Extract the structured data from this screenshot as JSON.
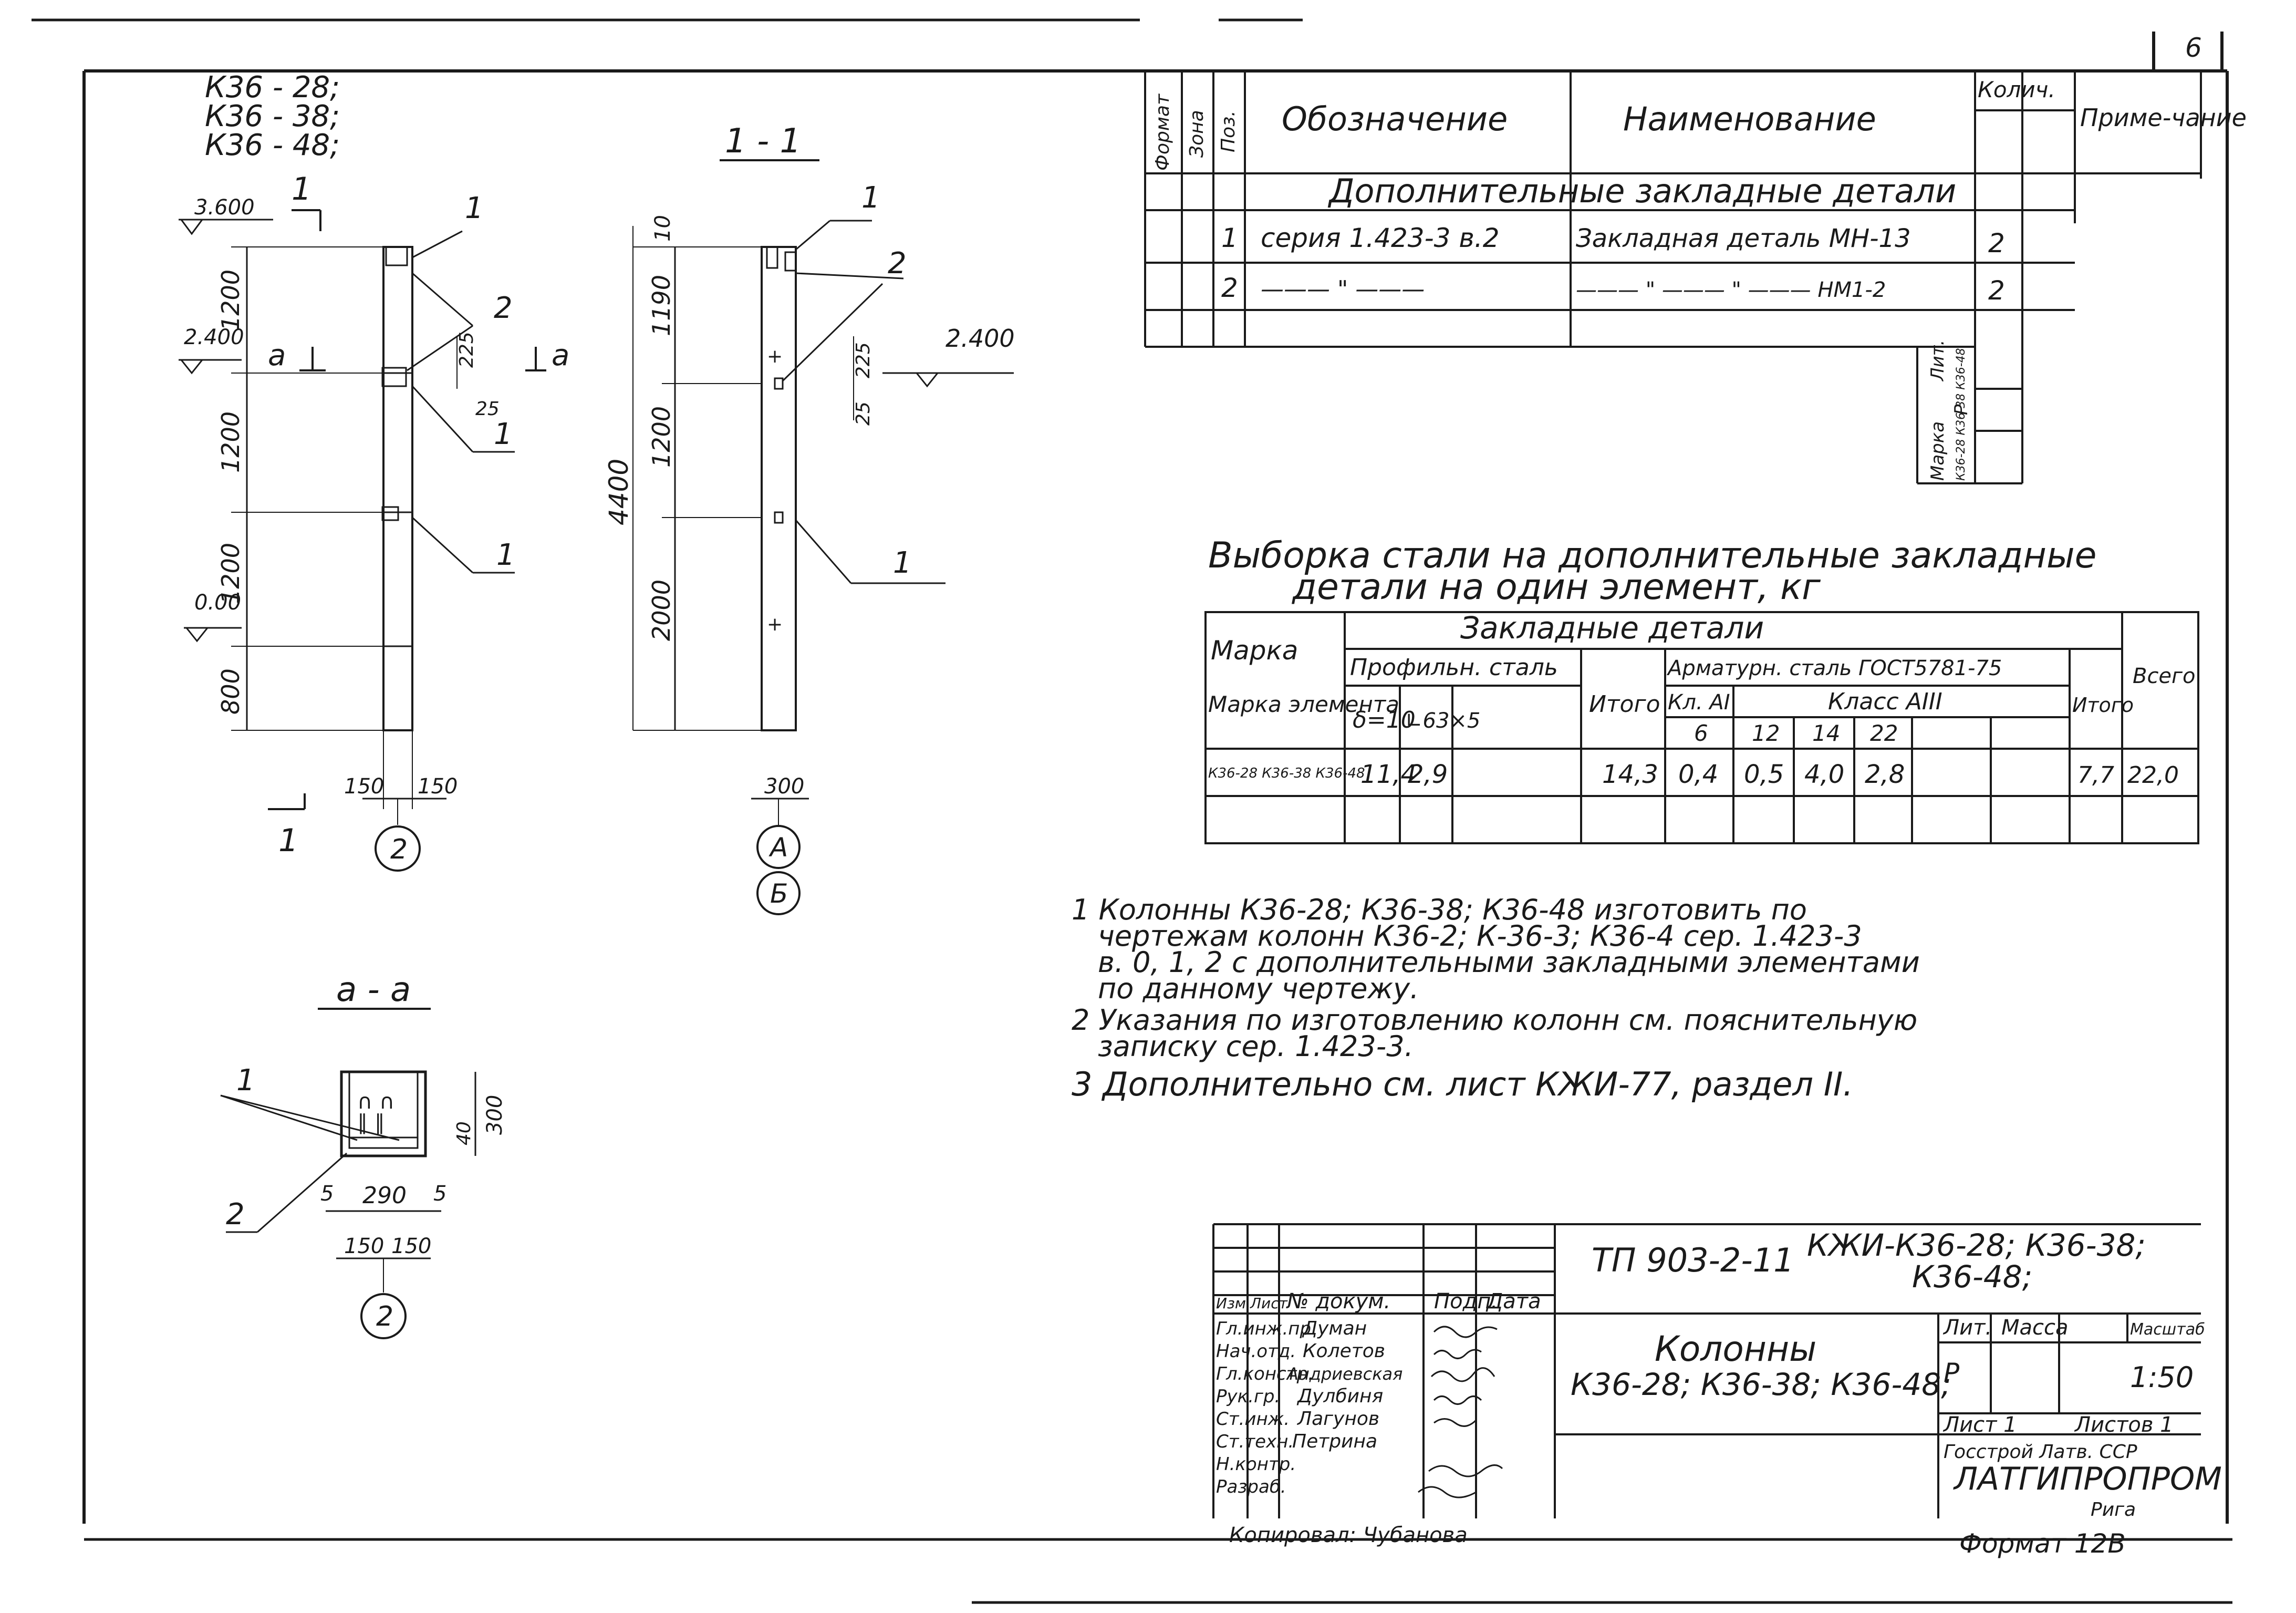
{
  "sheet_number": "6",
  "marks_title": [
    "К36 - 28;",
    "К36 - 38;",
    "К36 - 48;"
  ],
  "section_label": "1 - 1",
  "section_aa_label": "а - а",
  "cut_marker": "1",
  "plan_cut_marker": "а",
  "elev_view": {
    "levels": [
      "3.600",
      "2.400",
      "0.00"
    ],
    "segments": [
      "1200",
      "1200",
      "1200",
      "800"
    ],
    "small_dims": [
      "225",
      "25"
    ],
    "width_dims": [
      "150",
      "150"
    ],
    "callouts": [
      "1",
      "2",
      "1",
      "1"
    ],
    "axis": "2"
  },
  "section_view": {
    "total_height": "4400",
    "segments": [
      "10",
      "1190",
      "1200",
      "2000"
    ],
    "small_dims": [
      "225",
      "25"
    ],
    "level": "2.400",
    "width_dim": "300",
    "callouts": [
      "1",
      "2",
      "1"
    ],
    "axes": [
      "А",
      "Б"
    ]
  },
  "aa_view": {
    "dims_h": [
      "5",
      "290",
      "5"
    ],
    "dims_bottom": [
      "150",
      "150"
    ],
    "dims_v": [
      "300",
      "40"
    ],
    "callouts": [
      "1",
      "2"
    ],
    "axis": "2"
  },
  "spec_table": {
    "vertical_headers": [
      "Формат",
      "Зона",
      "Поз."
    ],
    "headers": {
      "designation": "Обозначение",
      "name": "Наименование",
      "qty": "Колич.",
      "note": "Приме-чание"
    },
    "section_title": "Дополнительные закладные детали",
    "rows": [
      {
        "pos": "1",
        "designation": "серия 1.423-3 в.2",
        "name": "Закладная деталь МН-13",
        "qty": "2"
      },
      {
        "pos": "2",
        "designation": "——— \" ———",
        "name": "——— \" ——— \" ——— НМ1-2",
        "qty": "2"
      }
    ],
    "small_block": {
      "mark": "Марка",
      "lit": "Лит.",
      "marks": "К36-28 К36-38 К36-48",
      "lit_value": "Р"
    }
  },
  "steel_title": [
    "Выборка стали на дополнительные закладные",
    "детали на один элемент, кг"
  ],
  "steel_table": {
    "h_mark": "Марка элемента",
    "h_embedded": "Закладные детали",
    "h_profile": "Профильн. сталь",
    "h_thick": "δ=10",
    "h_angle": "∟63×5",
    "h_total": "Итого",
    "h_rebar": "Арматурн. сталь ГОСТ5781-75",
    "h_class1": "Кл. АI",
    "h_class3": "Класс АIII",
    "h_diams": [
      "6",
      "12",
      "14",
      "22"
    ],
    "h_total2": "Итого",
    "h_all": "Всего",
    "row": {
      "mark": "К36-28 К36-38 К36-48",
      "d10": "11,4",
      "l63": "2,9",
      "total": "14,3",
      "a6": "0,4",
      "a12": "0,5",
      "a14": "4,0",
      "a22": "2,8",
      "total2": "7,7",
      "all": "22,0"
    }
  },
  "notes": [
    "1 Колонны К36-28; К36-38; К36-48 изготовить по",
    "чертежам колонн К36-2; К-36-3; К36-4 сер. 1.423-3",
    "в. 0, 1, 2 с дополнительными закладными элементами",
    "по данному чертежу.",
    "2 Указания по изготовлению колонн см. пояснительную",
    "записку сер. 1.423-3.",
    "3 Дополнительно см. лист КЖИ-77, раздел II."
  ],
  "title_block": {
    "code": "ТП 903-2-11",
    "sheet_code": [
      "КЖИ-К36-28; К36-38;",
      "К36-48;"
    ],
    "name": [
      "Колонны",
      "К36-28; К36-38; К36-48;"
    ],
    "lit": "Лит.",
    "mass": "Масса",
    "scale_label": "Масштаб",
    "lit_value": "Р",
    "scale": "1:50",
    "sheet_label": "Лист 1",
    "sheets_label": "Листов 1",
    "org_top": "Госстрой Латв. ССР",
    "org": "ЛАТГИПРОПРОМ",
    "org_city": "Рига",
    "header_cols": [
      "Изм.",
      "Лист",
      "№ докум.",
      "Подп.",
      "Дата"
    ],
    "roles": [
      "Гл.инж.пр.",
      "Нач.отд.",
      "Гл.констр.",
      "Рук.гр.",
      "Ст.инж.",
      "Ст.техн.",
      "Н.контр.",
      "Разраб."
    ],
    "names": [
      "Думан",
      "Колетов",
      "Андриевская",
      "Дулбиня",
      "Лагунов",
      "Петрина",
      "",
      ""
    ],
    "copied": "Копировал: Чубанова",
    "format": "Формат 12В"
  }
}
